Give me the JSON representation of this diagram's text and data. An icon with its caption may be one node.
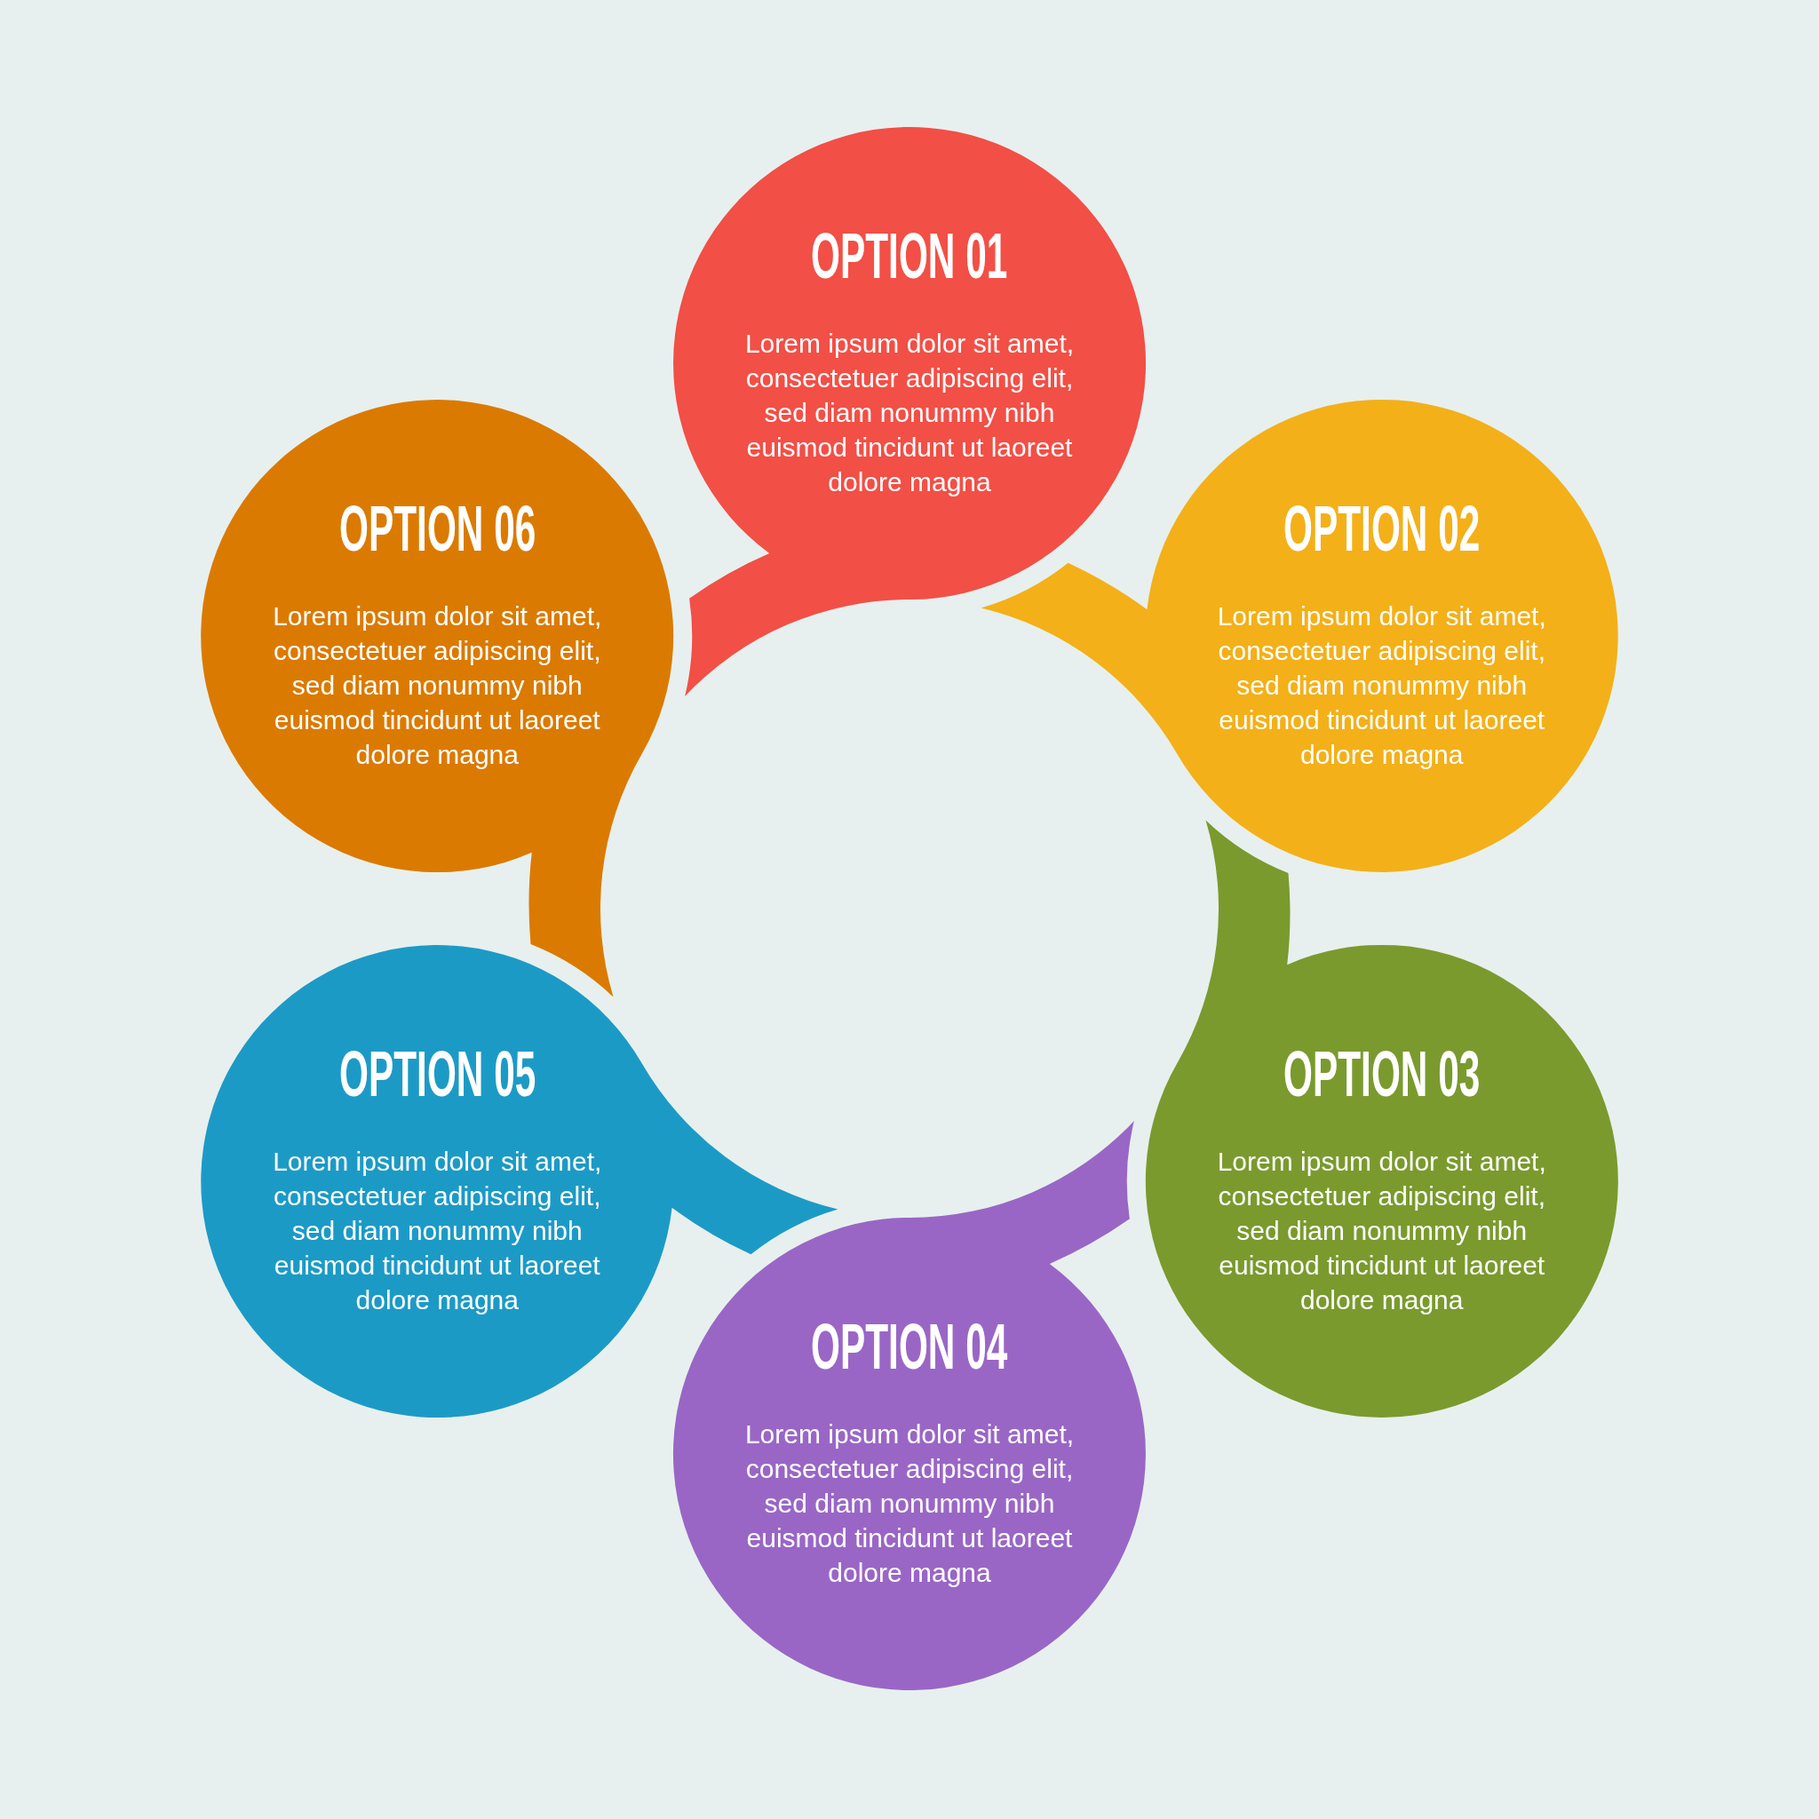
{
  "diagram": {
    "nodes": [
      {
        "text": [
          "OPTION 01",
          "Lorem ipsum dolor sit amet, consectetuer adipiscing elit, sed diam nonummy nibh euismod tincidunt ut laoreet dolore magna"
        ]
      },
      {
        "text": [
          "OPTION 02",
          "Lorem ipsum dolor sit amet, consectetuer adipiscing elit, sed diam nonummy nibh euismod tincidunt ut laoreet dolore magna"
        ]
      },
      {
        "text": [
          "OPTION 03",
          "Lorem ipsum dolor sit amet, consectetuer adipiscing elit, sed diam nonummy nibh euismod tincidunt ut laoreet dolore magna"
        ]
      },
      {
        "text": [
          "OPTION 04",
          "Lorem ipsum dolor sit amet, consectetuer adipiscing elit, sed diam nonummy nibh euismod tincidunt ut laoreet dolore magna"
        ]
      },
      {
        "text": [
          "OPTION 05",
          "Lorem ipsum dolor sit amet, consectetuer adipiscing elit, sed diam nonummy nibh euismod tincidunt ut laoreet dolore magna"
        ]
      },
      {
        "text": [
          "OPTION 06",
          "Lorem ipsum dolor sit amet, consectetuer adipiscing elit, sed diam nonummy nibh euismod tincidunt ut laoreet dolore magna"
        ]
      }
    ]
  }
}
